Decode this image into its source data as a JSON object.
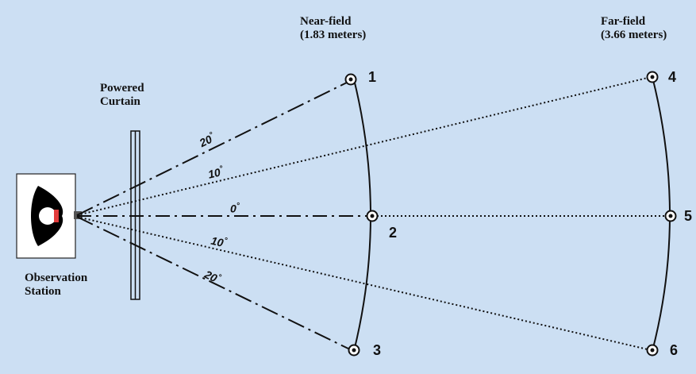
{
  "labels": {
    "near_field_title": "Near-field",
    "near_field_distance": "(1.83 meters)",
    "far_field_title": "Far-field",
    "far_field_distance": "(3.66 meters)",
    "curtain_line1": "Powered",
    "curtain_line2": "Curtain",
    "station_line1": "Observation",
    "station_line2": "Station"
  },
  "angles": [
    {
      "value": "20",
      "deg": "°"
    },
    {
      "value": "10",
      "deg": "°"
    },
    {
      "value": "0",
      "deg": "°"
    },
    {
      "value": "10",
      "deg": "°"
    },
    {
      "value": "20",
      "deg": "°"
    }
  ],
  "points": [
    "1",
    "2",
    "3",
    "4",
    "5",
    "6"
  ],
  "colors": {
    "background": "#ccdff3",
    "line": "#111111",
    "eye_accent": "#e23b3b"
  }
}
